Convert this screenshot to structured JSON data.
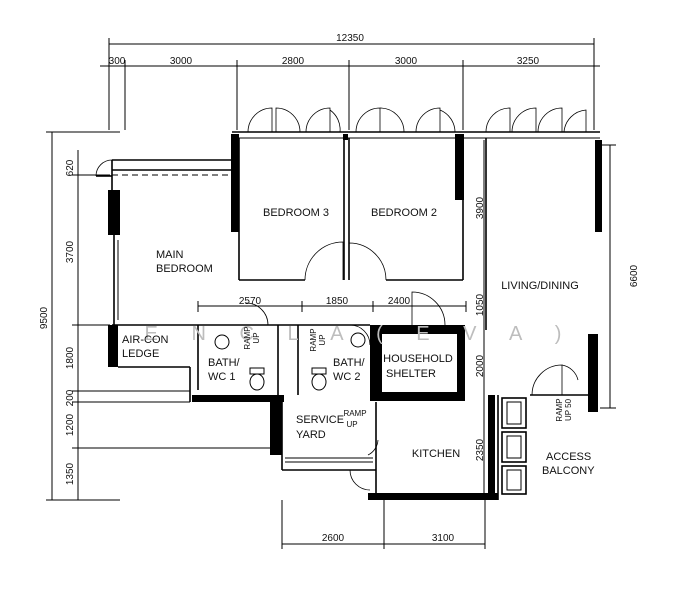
{
  "dimensions": {
    "overall_width": "12350",
    "top": [
      "300",
      "3000",
      "2800",
      "3000",
      "3250"
    ],
    "left": [
      "620",
      "3700",
      "1800",
      "200",
      "1200",
      "1350"
    ],
    "left_total": "9500",
    "right": "6600",
    "inner_top": [
      "2570",
      "1850",
      "2400"
    ],
    "inner_vertical": [
      "3900",
      "1050",
      "2000",
      "2350"
    ],
    "bottom": [
      "2600",
      "3100"
    ]
  },
  "rooms": {
    "bedroom3": "BEDROOM 3",
    "bedroom2": "BEDROOM 2",
    "main_bedroom_line1": "MAIN",
    "main_bedroom_line2": "BEDROOM",
    "living_dining": "LIVING/DINING",
    "aircon_line1": "AIR-CON",
    "aircon_line2": "LEDGE",
    "bath1_line1": "BATH/",
    "bath1_line2": "WC 1",
    "bath2_line1": "BATH/",
    "bath2_line2": "WC 2",
    "shelter_line1": "HOUSEHOLD",
    "shelter_line2": "SHELTER",
    "service_line1": "SERVICE",
    "service_line2": "YARD",
    "kitchen": "KITCHEN",
    "balcony_line1": "ACCESS",
    "balcony_line2": "BALCONY"
  },
  "ramps": {
    "ramp_word": "RAMP",
    "up_word": "UP",
    "up_50": "UP 50"
  },
  "watermark": "E N C L A ( E V A )",
  "colors": {
    "line": "#000000",
    "watermark": "#bdbdbd",
    "background": "#ffffff"
  }
}
